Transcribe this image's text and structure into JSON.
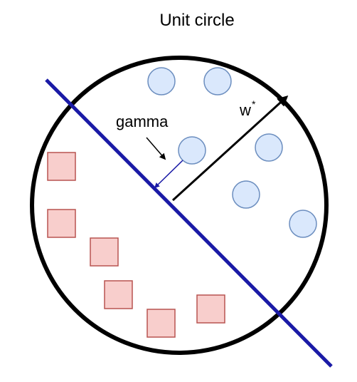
{
  "title": "Unit circle",
  "labels": {
    "margin": "gamma",
    "weight": "w",
    "weight_superscript": "*"
  },
  "colors": {
    "circle_outline": "#000000",
    "separator_line": "#1a1aa6",
    "positive_fill": "#dae8fc",
    "positive_stroke": "#6c8ebf",
    "negative_fill": "#f8cecc",
    "negative_stroke": "#b85450",
    "margin_arrow": "#1a1aa6",
    "weight_arrow": "#000000"
  },
  "legend_shapes": {
    "positive": "circle",
    "negative": "square"
  }
}
